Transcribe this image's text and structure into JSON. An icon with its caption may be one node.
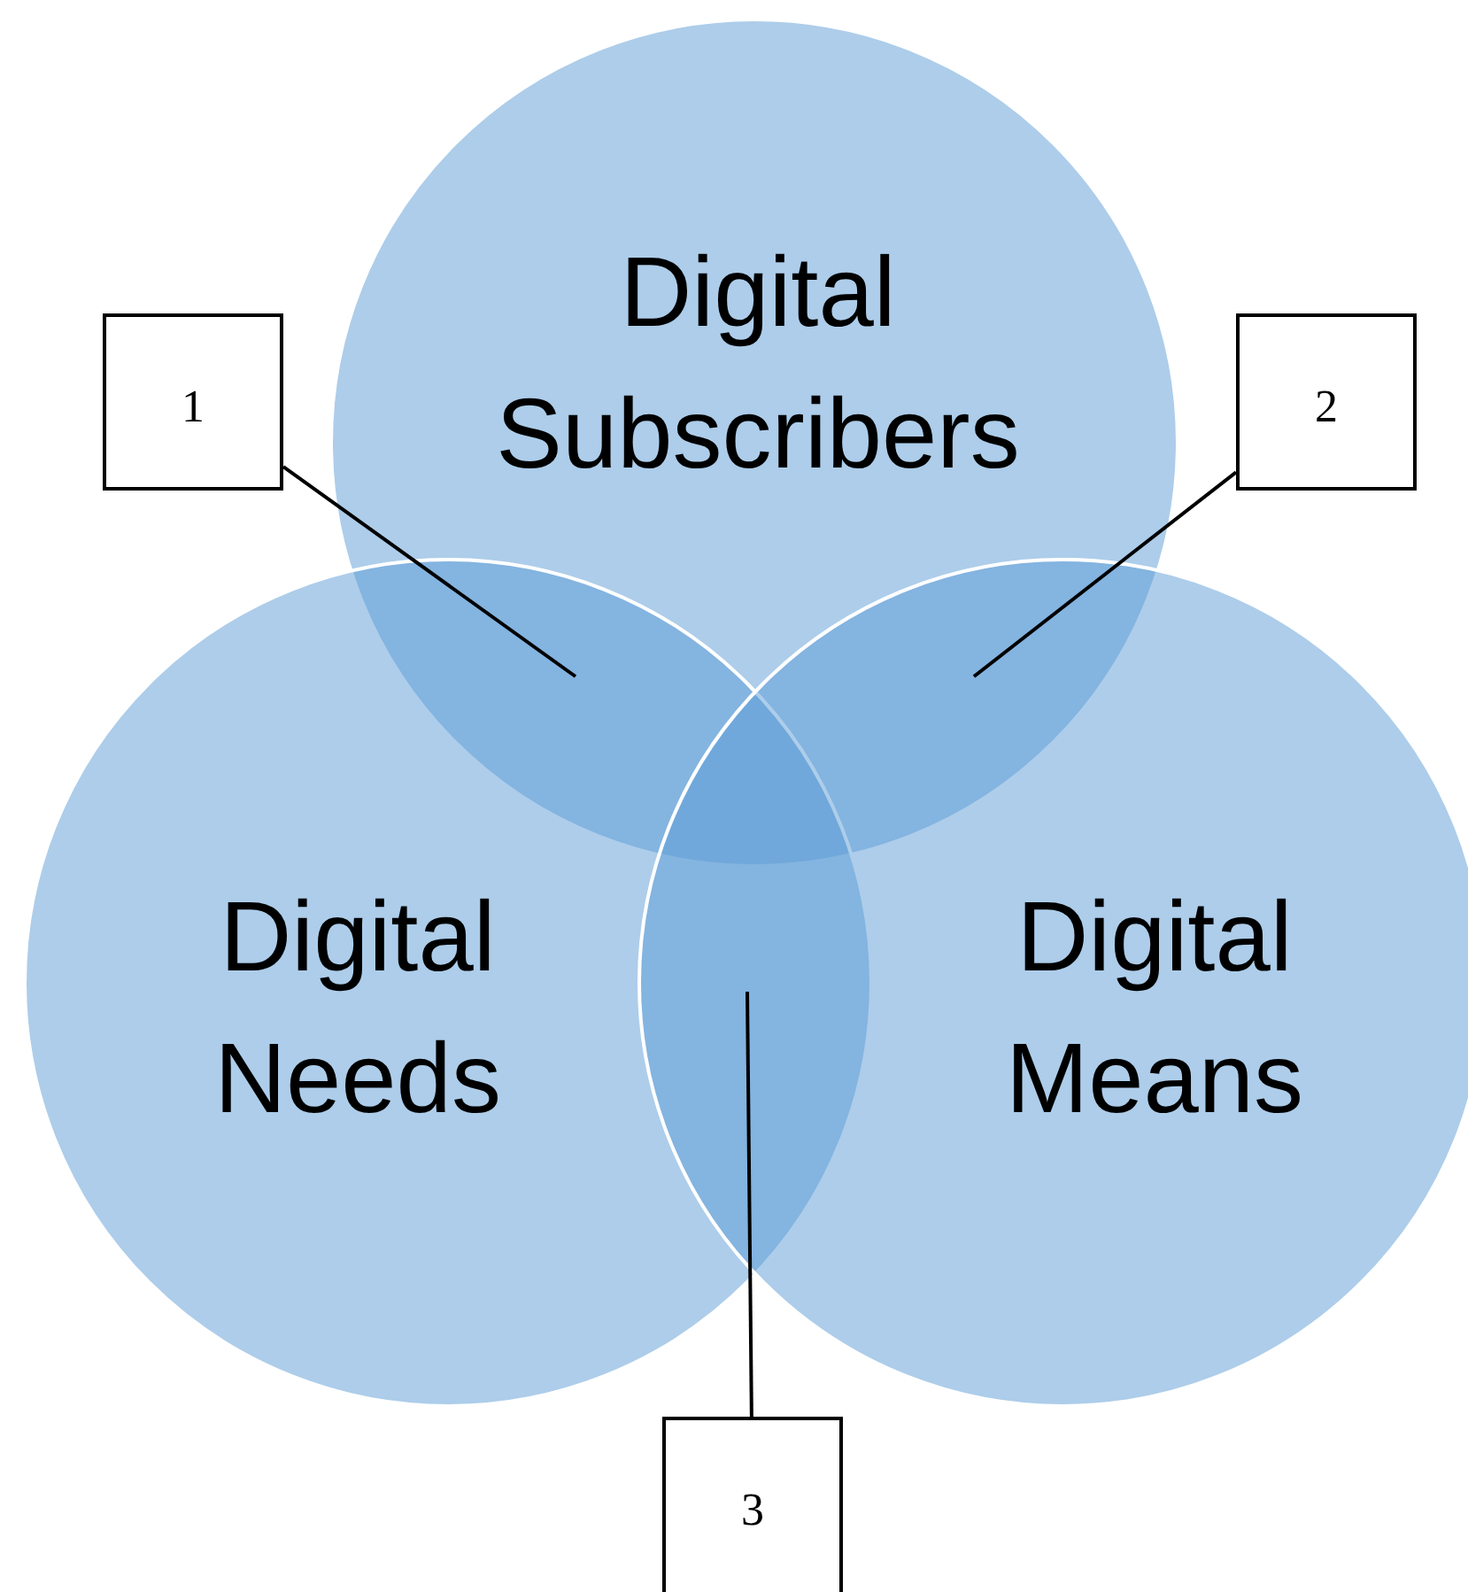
{
  "diagram": {
    "nodes": [
      {
        "text": [
          "Digital Subscribers"
        ]
      },
      {
        "text": [
          "Digital Needs"
        ]
      },
      {
        "text": [
          "Digital Means"
        ]
      },
      {
        "text": [
          "1"
        ]
      },
      {
        "text": [
          "2"
        ]
      },
      {
        "text": [
          "3"
        ]
      }
    ],
    "edges": [
      {
        "from": 3,
        "to": 0,
        "arrow": "none"
      },
      {
        "from": 4,
        "to": 0,
        "arrow": "none"
      },
      {
        "from": 5,
        "to": 1,
        "arrow": "none"
      }
    ]
  }
}
